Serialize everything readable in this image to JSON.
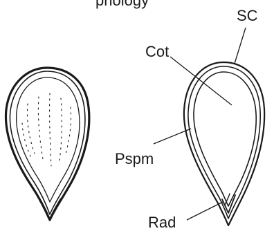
{
  "figure": {
    "title_partial": "phology",
    "labels": {
      "seed_coat": "SC",
      "cotyledon": "Cot",
      "perisperm": "Pspm",
      "radicle": "Rad"
    },
    "colors": {
      "ink": "#1a1a1a",
      "background": "#ffffff"
    }
  }
}
